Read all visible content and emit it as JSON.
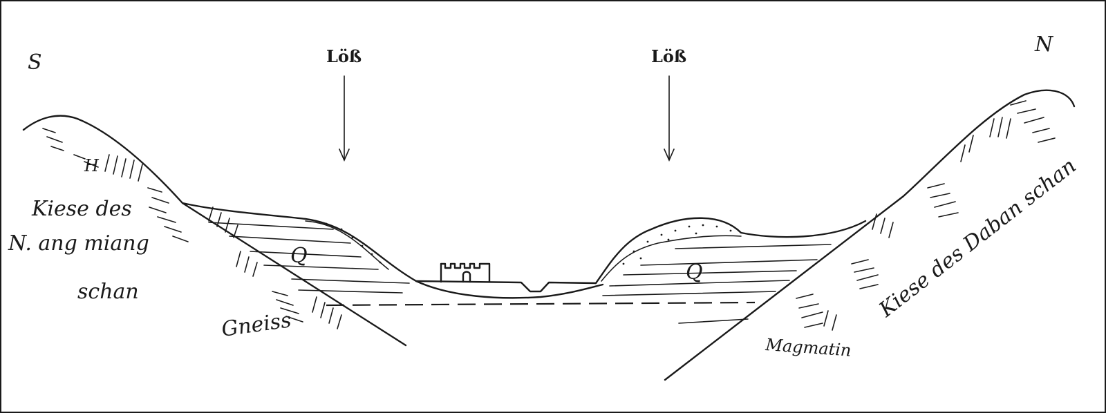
{
  "compass": {
    "south": "S",
    "north": "N"
  },
  "labels": {
    "loess_left": "Löß",
    "loess_right": "Löß",
    "q_left": "Q",
    "q_right": "Q",
    "left_rock_top": "Kiese des",
    "left_rock_mid": "N. ang miang",
    "left_rock_bot": "schan",
    "left_bottom": "Gneiss",
    "right_rock": "Kiese des Daban schan",
    "right_bottom": "Magmatin",
    "left_peak": "H"
  }
}
